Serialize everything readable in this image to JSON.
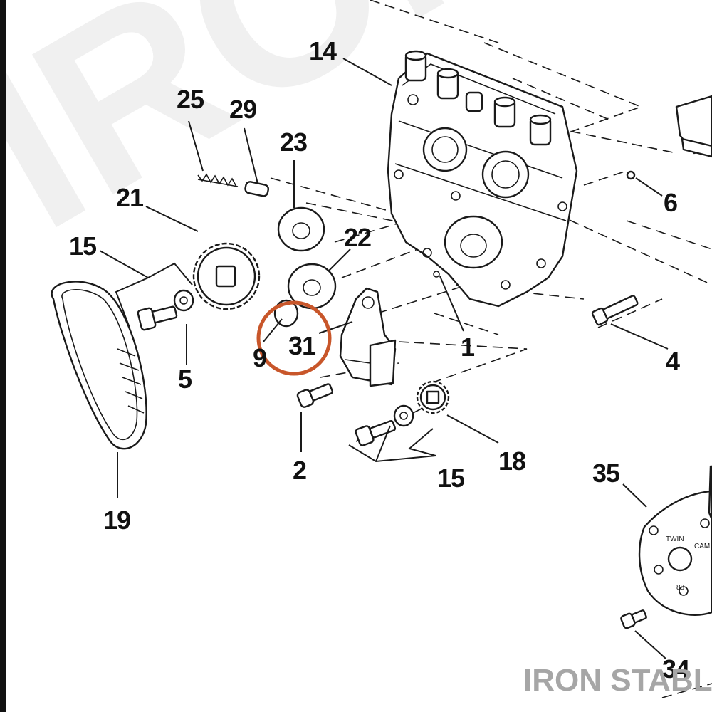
{
  "watermark": {
    "text": "IRON",
    "color": "#f0f0f0"
  },
  "brand": {
    "text": "IRON STABLE",
    "color": "#a6a6a6"
  },
  "highlight": {
    "color": "#c8562a",
    "callout": "31"
  },
  "callouts": [
    {
      "id": "14",
      "label": "14"
    },
    {
      "id": "25",
      "label": "25"
    },
    {
      "id": "29",
      "label": "29"
    },
    {
      "id": "23",
      "label": "23"
    },
    {
      "id": "21",
      "label": "21"
    },
    {
      "id": "6",
      "label": "6"
    },
    {
      "id": "22",
      "label": "22"
    },
    {
      "id": "15a",
      "label": "15"
    },
    {
      "id": "9",
      "label": "9"
    },
    {
      "id": "31",
      "label": "31"
    },
    {
      "id": "1",
      "label": "1"
    },
    {
      "id": "4",
      "label": "4"
    },
    {
      "id": "5",
      "label": "5"
    },
    {
      "id": "2",
      "label": "2"
    },
    {
      "id": "18",
      "label": "18"
    },
    {
      "id": "15b",
      "label": "15"
    },
    {
      "id": "35",
      "label": "35"
    },
    {
      "id": "19",
      "label": "19"
    },
    {
      "id": "34",
      "label": "34"
    }
  ],
  "cover_emblem": [
    "TWIN",
    "CAM",
    "88"
  ]
}
